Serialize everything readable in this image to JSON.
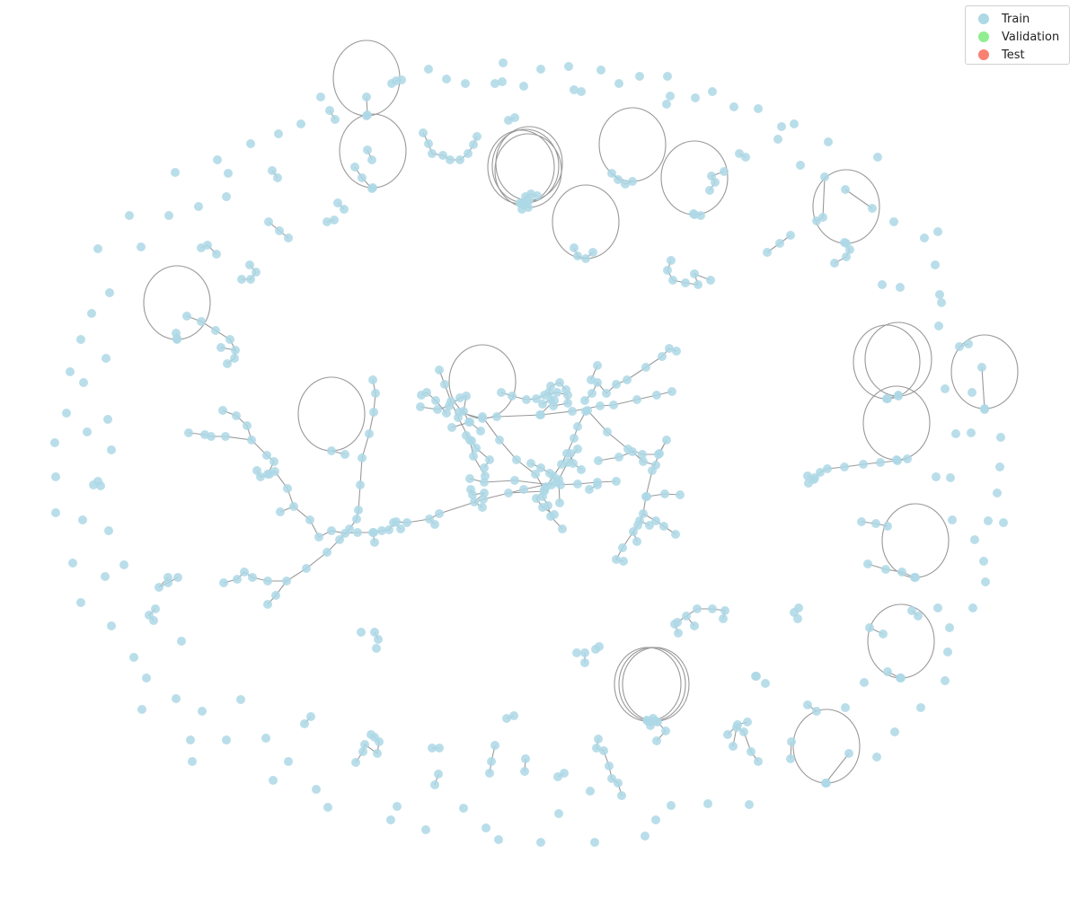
{
  "legend": {
    "items": [
      {
        "label": "Train",
        "color": "#add8e6"
      },
      {
        "label": "Validation",
        "color": "#90ee90"
      },
      {
        "label": "Test",
        "color": "#fa8072"
      }
    ]
  },
  "style": {
    "node_color": "#add8e6",
    "edge_color": "#999999"
  }
}
